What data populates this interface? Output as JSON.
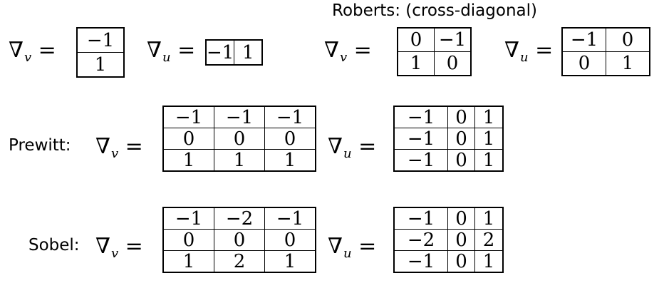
{
  "labels": {
    "roberts": "Roberts: (cross-diagonal)",
    "prewitt": "Prewitt:",
    "sobel": "Sobel:"
  },
  "symbols": {
    "nabla": "∇",
    "v": "v",
    "u": "u",
    "equals": "="
  },
  "kernels": {
    "simple_v": [
      [
        "−1"
      ],
      [
        "1"
      ]
    ],
    "simple_u": [
      [
        "−1",
        "1"
      ]
    ],
    "roberts_v": [
      [
        "0",
        "−1"
      ],
      [
        "1",
        "0"
      ]
    ],
    "roberts_u": [
      [
        "−1",
        "0"
      ],
      [
        "0",
        "1"
      ]
    ],
    "prewitt_v": [
      [
        "−1",
        "−1",
        "−1"
      ],
      [
        "0",
        "0",
        "0"
      ],
      [
        "1",
        "1",
        "1"
      ]
    ],
    "prewitt_u": [
      [
        "−1",
        "0",
        "1"
      ],
      [
        "−1",
        "0",
        "1"
      ],
      [
        "−1",
        "0",
        "1"
      ]
    ],
    "sobel_v": [
      [
        "−1",
        "−2",
        "−1"
      ],
      [
        "0",
        "0",
        "0"
      ],
      [
        "1",
        "2",
        "1"
      ]
    ],
    "sobel_u": [
      [
        "−1",
        "0",
        "1"
      ],
      [
        "−2",
        "0",
        "2"
      ],
      [
        "−1",
        "0",
        "1"
      ]
    ]
  }
}
